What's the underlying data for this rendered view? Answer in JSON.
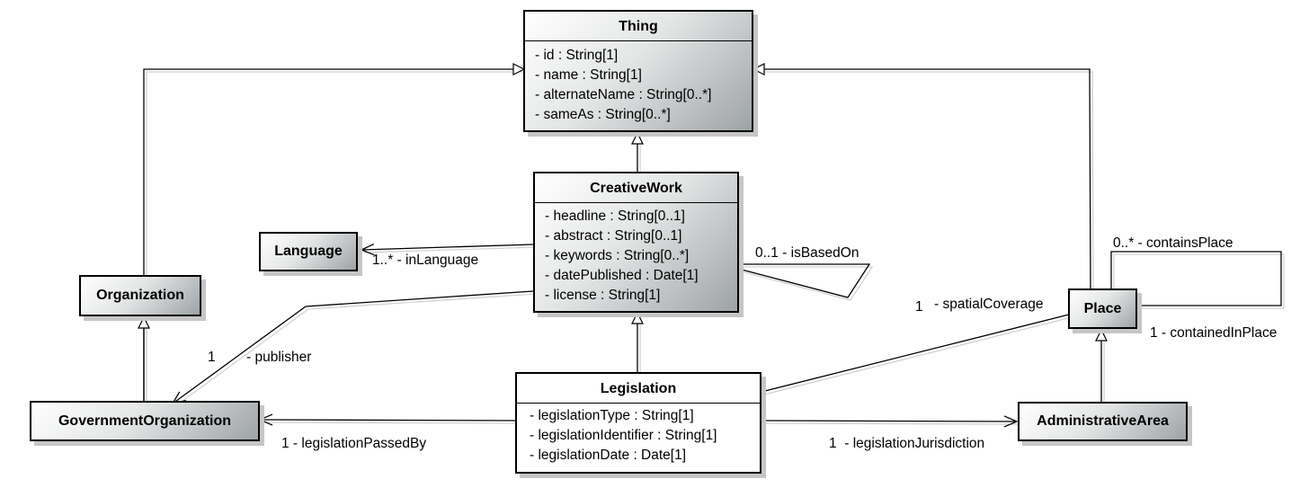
{
  "classes": {
    "thing": {
      "name": "Thing",
      "attributes": [
        "- id : String[1]",
        "- name : String[1]",
        "- alternateName : String[0..*]",
        "- sameAs : String[0..*]"
      ]
    },
    "creative_work": {
      "name": "CreativeWork",
      "attributes": [
        "- headline : String[0..1]",
        "- abstract : String[0..1]",
        "- keywords : String[0..*]",
        "- datePublished : Date[1]",
        "- license : String[1]"
      ]
    },
    "legislation": {
      "name": "Legislation",
      "attributes": [
        "- legislationType : String[1]",
        "- legislationIdentifier : String[1]",
        "- legislationDate : Date[1]"
      ]
    },
    "language": {
      "name": "Language"
    },
    "organization": {
      "name": "Organization"
    },
    "government_organization": {
      "name": "GovernmentOrganization"
    },
    "place": {
      "name": "Place"
    },
    "administrative_area": {
      "name": "AdministrativeArea"
    }
  },
  "associations": {
    "in_language": "1..* - inLanguage",
    "is_based_on": "0..1 - isBasedOn",
    "publisher_mult": "1",
    "publisher_role": "- publisher",
    "spatial_mult": "1",
    "spatial_role": "- spatialCoverage",
    "contains_place": "0..* - containsPlace",
    "contained_in_place": "1 - containedInPlace",
    "passed_by": "1 - legislationPassedBy",
    "jurisdiction": "1  - legislationJurisdiction"
  },
  "colors": {
    "line": "#000000",
    "shadow": "#c6c6c6",
    "box_gradient_end": "#9ea3a6"
  }
}
